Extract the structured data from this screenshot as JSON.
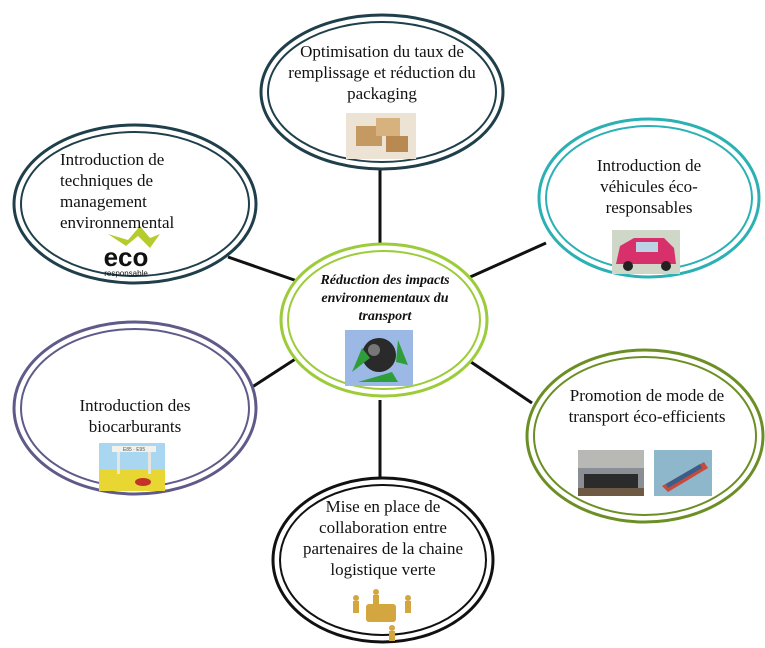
{
  "center": {
    "label": "Réduction des impacts environnementaux du transport",
    "image": "recycling-globe-icon"
  },
  "nodes": {
    "top": {
      "label": "Optimisation du taux de remplissage et réduction du packaging",
      "image": "cardboard-boxes-image",
      "color": "#1f3f4a"
    },
    "top_left": {
      "label": "Introduction de techniques de management environnemental",
      "image": "eco-responsable-logo",
      "logo_text": "eco",
      "logo_subtext": "responsable",
      "color": "#1f3f4a"
    },
    "top_right": {
      "label": "Introduction de véhicules éco-responsables",
      "image": "eco-car-image",
      "color": "#2bb0b3"
    },
    "bottom_left": {
      "label": "Introduction des biocarburants",
      "image": "biofuel-station-image",
      "station_text": "E85 · E95",
      "color": "#5f5a8a"
    },
    "bottom_right": {
      "label": "Promotion de mode de transport éco-efficients",
      "image": "train-and-ship-images",
      "color": "#6b8f24"
    },
    "bottom": {
      "label": "Mise en place de collaboration entre partenaires de la chaine logistique verte",
      "image": "puzzle-people-image",
      "color": "#111111"
    }
  },
  "center_color": "#9ccc3a"
}
